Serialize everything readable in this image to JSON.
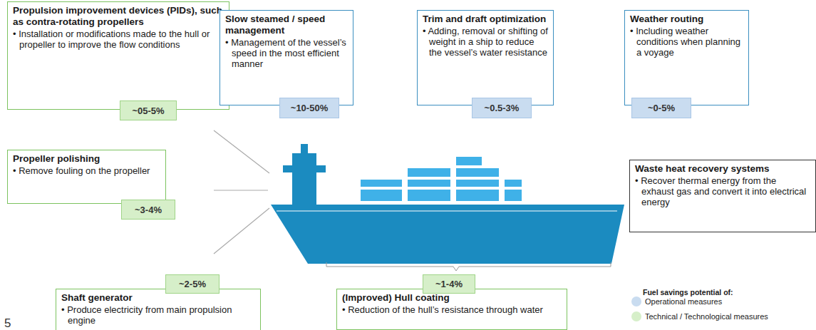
{
  "diagram": {
    "nodes": [
      {
        "text": [
          "Propulsion improvement devices (PIDs), such as contra-rotating propellers",
          "• Installation or modifications made to the hull or propeller to improve the flow conditions"
        ]
      },
      {
        "text": [
          "~05-5%"
        ]
      },
      {
        "text": [
          "Slow steamed / speed management",
          "• Management of the vessel’s speed in the most efficient manner"
        ]
      },
      {
        "text": [
          "~10-50%"
        ]
      },
      {
        "text": [
          "Trim and draft optimization",
          "• Adding, removal or shifting of weight in a ship to reduce the vessel’s water resistance"
        ]
      },
      {
        "text": [
          "~0.5-3%"
        ]
      },
      {
        "text": [
          "Weather routing",
          "• Including weather conditions when planning a voyage"
        ]
      },
      {
        "text": [
          "~0-5%"
        ]
      },
      {
        "text": [
          "Propeller polishing",
          "• Remove fouling on the propeller"
        ]
      },
      {
        "text": [
          "~3-4%"
        ]
      },
      {
        "text": [
          "Waste heat recovery systems",
          "• Recover thermal energy from the exhaust gas and convert it into electrical energy"
        ]
      },
      {
        "text": [
          "~2-5%"
        ]
      },
      {
        "text": [
          "Shaft generator",
          "• Produce electricity from main propulsion engine"
        ]
      },
      {
        "text": [
          "~1-4%"
        ]
      },
      {
        "text": [
          "(Improved) Hull coating",
          "• Reduction of the hull’s resistance through water"
        ]
      }
    ],
    "labels": [
      "Fuel savings potential of:",
      "5"
    ],
    "legend": [
      {
        "text": "Operational measures",
        "color": "#c9dcf0"
      },
      {
        "text": "Technical / Technological measures",
        "color": "#d6efc9"
      }
    ]
  }
}
